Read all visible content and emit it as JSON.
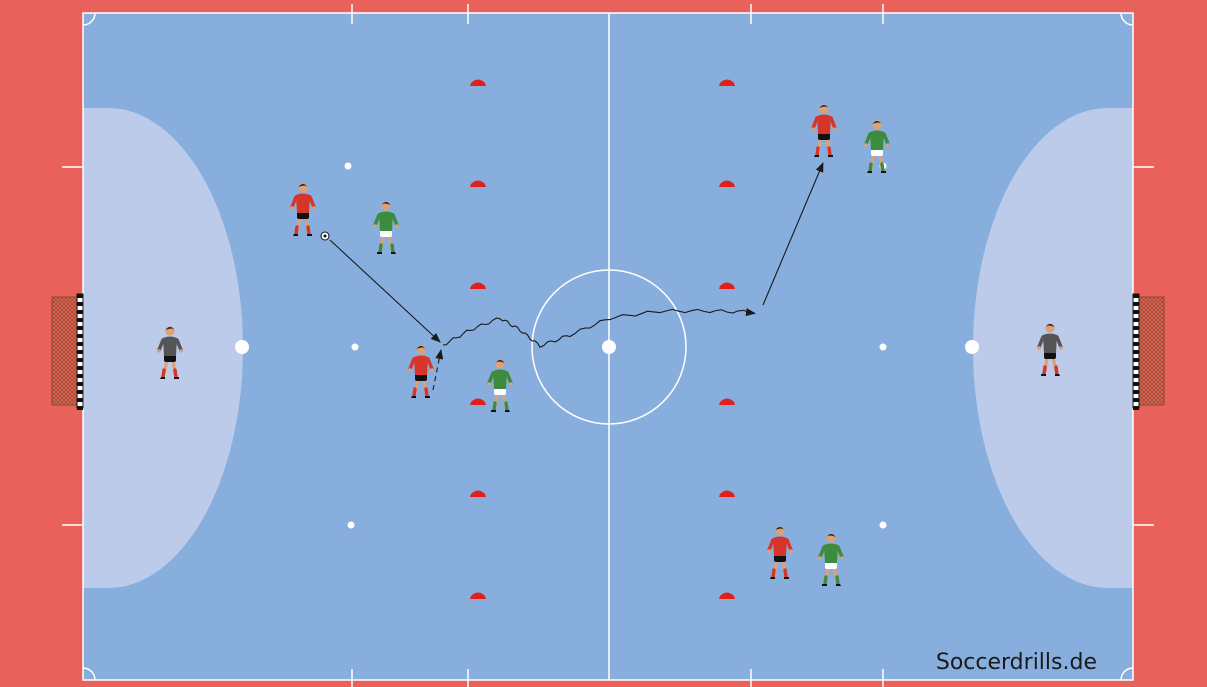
{
  "watermark": "Soccerdrills.de",
  "colors": {
    "outer_surround": "#e8615a",
    "court": "#88aedd",
    "penalty_area": "#bccbea",
    "lines": "#ffffff",
    "team_red": "#d8352a",
    "team_green": "#3d8b3d",
    "goalkeeper": "#555555",
    "cone": "#e0201c",
    "arrow": "#1a1a1a"
  },
  "entities": {
    "goals": [
      {
        "name": "left-goal",
        "side": "left"
      },
      {
        "name": "right-goal",
        "side": "right"
      }
    ],
    "cones": [
      {
        "name": "cone-left-row-1"
      },
      {
        "name": "cone-left-row-2"
      },
      {
        "name": "cone-left-row-3"
      },
      {
        "name": "cone-left-row-4"
      },
      {
        "name": "cone-left-row-5"
      },
      {
        "name": "cone-left-row-6"
      },
      {
        "name": "cone-right-row-1"
      },
      {
        "name": "cone-right-row-2"
      },
      {
        "name": "cone-right-row-3"
      },
      {
        "name": "cone-right-row-4"
      },
      {
        "name": "cone-right-row-5"
      },
      {
        "name": "cone-right-row-6"
      }
    ],
    "players": [
      {
        "name": "goalkeeper-left",
        "team": "goalkeeper"
      },
      {
        "name": "goalkeeper-right",
        "team": "goalkeeper"
      },
      {
        "name": "red-player-passer",
        "team": "red"
      },
      {
        "name": "green-player-1",
        "team": "green"
      },
      {
        "name": "red-player-dribbler",
        "team": "red"
      },
      {
        "name": "green-player-2",
        "team": "green"
      },
      {
        "name": "red-player-top-right",
        "team": "red"
      },
      {
        "name": "green-player-top-right",
        "team": "green"
      },
      {
        "name": "red-player-bottom-right",
        "team": "red"
      },
      {
        "name": "green-player-bottom-right",
        "team": "green"
      }
    ],
    "paths": [
      {
        "name": "pass-arrow",
        "kind": "pass"
      },
      {
        "name": "run-arrow-dashed",
        "kind": "run"
      },
      {
        "name": "dribble-arrow",
        "kind": "dribble"
      },
      {
        "name": "pass-arrow-forward",
        "kind": "pass"
      }
    ]
  }
}
